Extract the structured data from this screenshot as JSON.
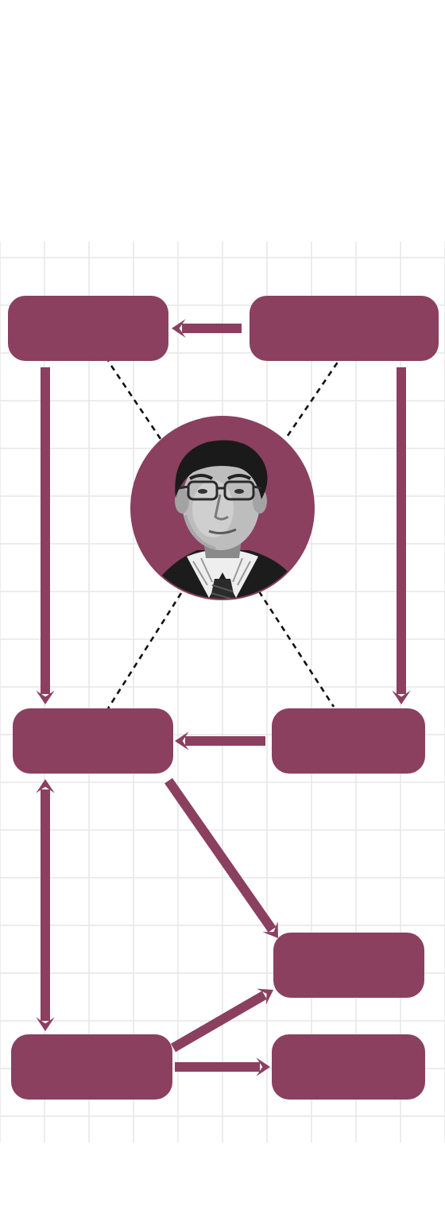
{
  "diagram": {
    "accent_color": "#8b4060",
    "grid_color": "#e6e6e6",
    "background": "#ffffff",
    "center": {
      "portrait": "man-with-glasses-grayscale-photo-portrait-icon",
      "caption": ""
    },
    "nodes": [
      {
        "id": "top-left",
        "label": ""
      },
      {
        "id": "top-right",
        "label": ""
      },
      {
        "id": "mid-left",
        "label": ""
      },
      {
        "id": "mid-right",
        "label": ""
      },
      {
        "id": "lower-right",
        "label": ""
      },
      {
        "id": "bottom-left",
        "label": ""
      },
      {
        "id": "bottom-right",
        "label": ""
      }
    ],
    "edges": [
      {
        "from": "top-right",
        "to": "top-left",
        "style": "solid-arrow"
      },
      {
        "from": "top-left",
        "to": "mid-left",
        "style": "solid-arrow"
      },
      {
        "from": "top-right",
        "to": "mid-right",
        "style": "solid-arrow"
      },
      {
        "from": "mid-right",
        "to": "mid-left",
        "style": "solid-arrow"
      },
      {
        "from": "mid-left",
        "to": "bottom-left",
        "style": "double-arrow"
      },
      {
        "from": "mid-left",
        "to": "lower-right",
        "style": "solid-arrow"
      },
      {
        "from": "bottom-left",
        "to": "lower-right",
        "style": "solid-arrow"
      },
      {
        "from": "bottom-left",
        "to": "bottom-right",
        "style": "solid-arrow"
      },
      {
        "from": "center",
        "to": "top-left",
        "style": "dashed"
      },
      {
        "from": "center",
        "to": "top-right",
        "style": "dashed"
      },
      {
        "from": "center",
        "to": "mid-left",
        "style": "dashed"
      },
      {
        "from": "center",
        "to": "mid-right",
        "style": "dashed"
      }
    ]
  }
}
